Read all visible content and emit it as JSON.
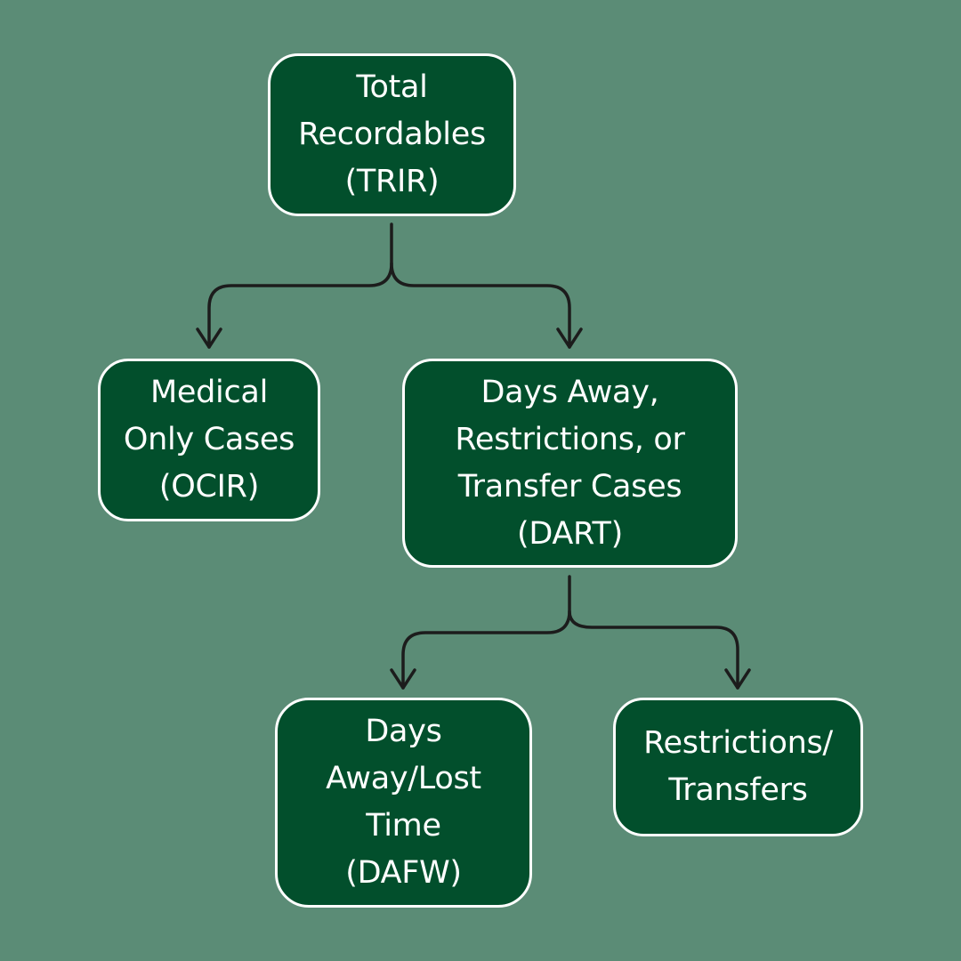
{
  "colors": {
    "background": "#5b8c76",
    "node_fill": "#024f2c",
    "node_border": "#ffffff",
    "text": "#ffffff",
    "connector": "#1c1c1c"
  },
  "nodes": {
    "trir": {
      "label": "Total\nRecordables\n(TRIR)"
    },
    "ocir": {
      "label": "Medical\nOnly Cases\n(OCIR)"
    },
    "dart": {
      "label": "Days Away,\nRestrictions, or\nTransfer Cases\n(DART)"
    },
    "dafw": {
      "label": "Days\nAway/Lost\nTime\n(DAFW)"
    },
    "rt": {
      "label": "Restrictions/\nTransfers"
    }
  },
  "edges": [
    {
      "from": "trir",
      "to": "ocir"
    },
    {
      "from": "trir",
      "to": "dart"
    },
    {
      "from": "dart",
      "to": "dafw"
    },
    {
      "from": "dart",
      "to": "rt"
    }
  ]
}
